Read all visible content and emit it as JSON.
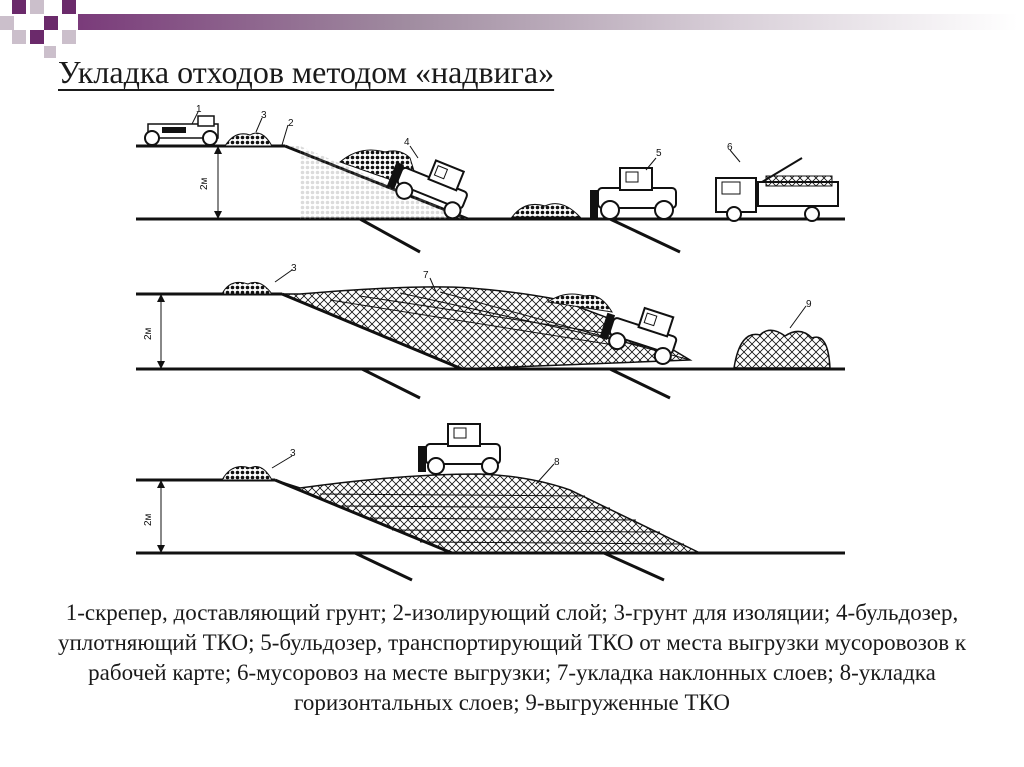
{
  "slide": {
    "title": "Укладка отходов методом «надвига»"
  },
  "diagram": {
    "height_label": "2м",
    "callouts": [
      "1",
      "2",
      "3",
      "4",
      "5",
      "6",
      "7",
      "8",
      "9"
    ]
  },
  "caption": {
    "items": [
      "1-скрепер, доставляющий грунт;",
      "2-изолирующий слой;",
      "3-грунт для изоляции;",
      "4-бульдозер, уплотняющий ТКО;",
      "5-бульдозер, транспортирующий ТКО от места выгрузки мусоровозов к рабочей карте;",
      "6-мусоровоз на месте выгрузки;",
      "7-укладка наклонных слоев;",
      "8-укладка горизонтальных слоев;",
      "9-выгруженные ТКО"
    ]
  },
  "colors": {
    "accent_purple": "#6b2a6b",
    "accent_gray": "#b8a9b8",
    "ink": "#111111"
  }
}
